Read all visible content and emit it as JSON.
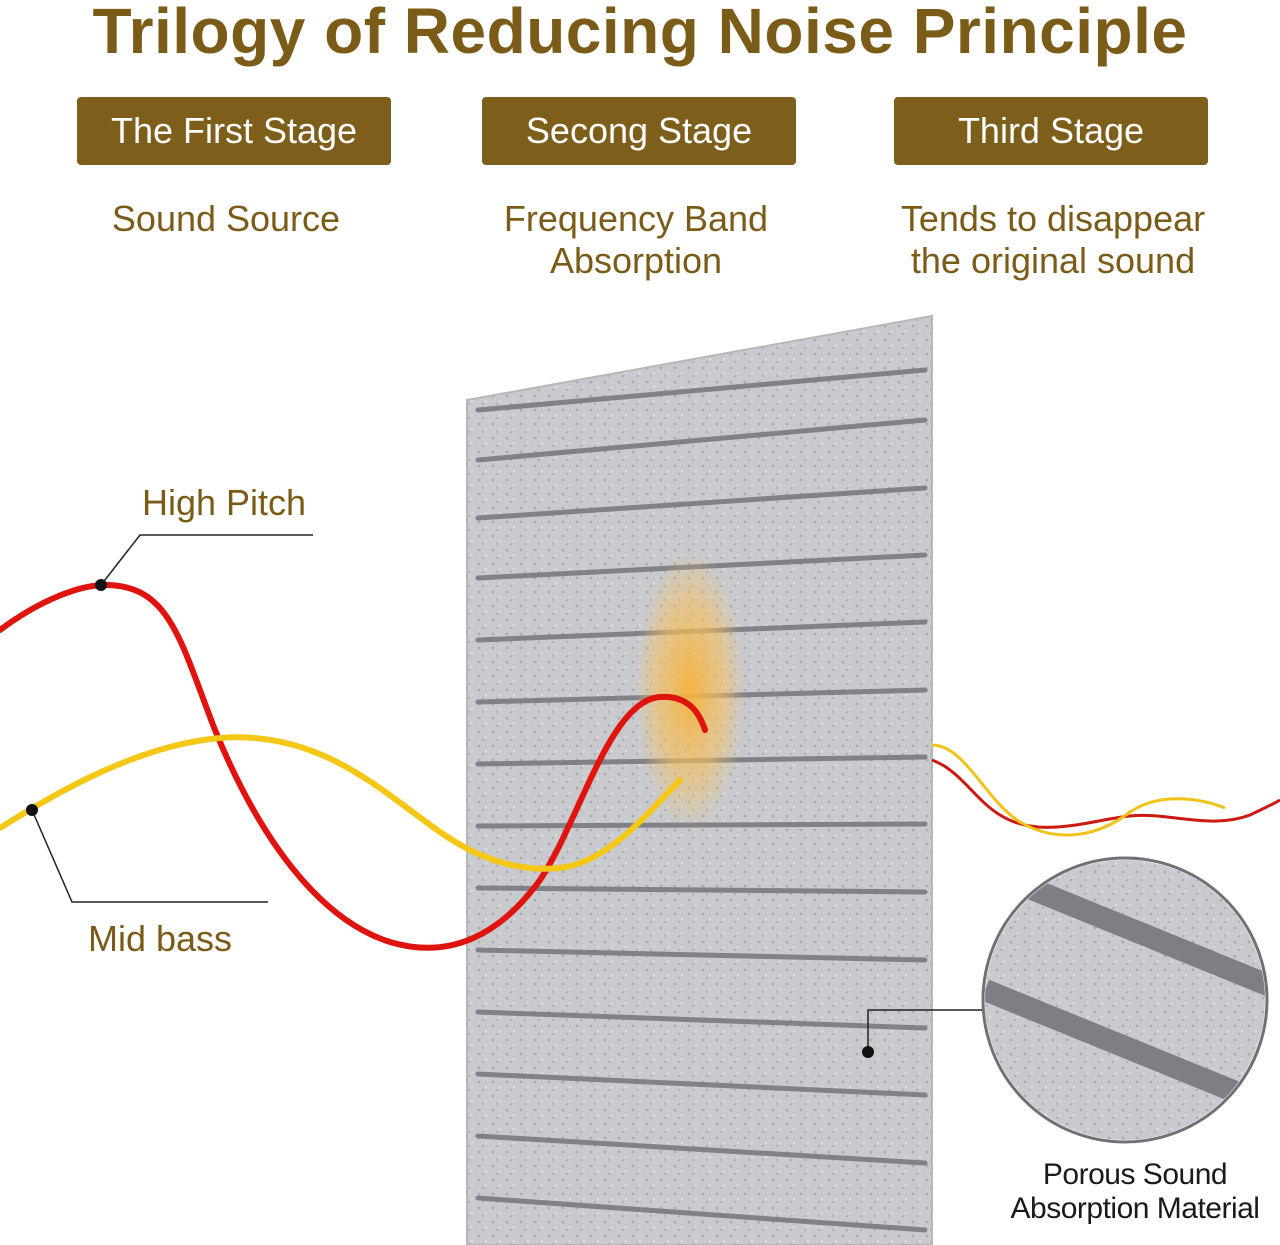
{
  "title": "Trilogy of Reducing Noise Principle",
  "colors": {
    "brand": "#7a5c18",
    "tag_bg": "#7d5e1a",
    "wave_high": "#e0140f",
    "wave_mid": "#f5c818",
    "panel": "#c6c8cc",
    "groove": "#7f8185"
  },
  "stages": [
    {
      "tag": "The First Stage",
      "desc": [
        "Sound Source"
      ]
    },
    {
      "tag": "Secong Stage",
      "desc": [
        "Frequency Band",
        "Absorption"
      ]
    },
    {
      "tag": "Third Stage",
      "desc": [
        "Tends to disappear",
        "the original sound"
      ]
    }
  ],
  "labels": {
    "high_pitch": "High Pitch",
    "mid_bass": "Mid bass"
  },
  "material": {
    "line1": "Porous Sound",
    "line2": "Absorption Material"
  }
}
